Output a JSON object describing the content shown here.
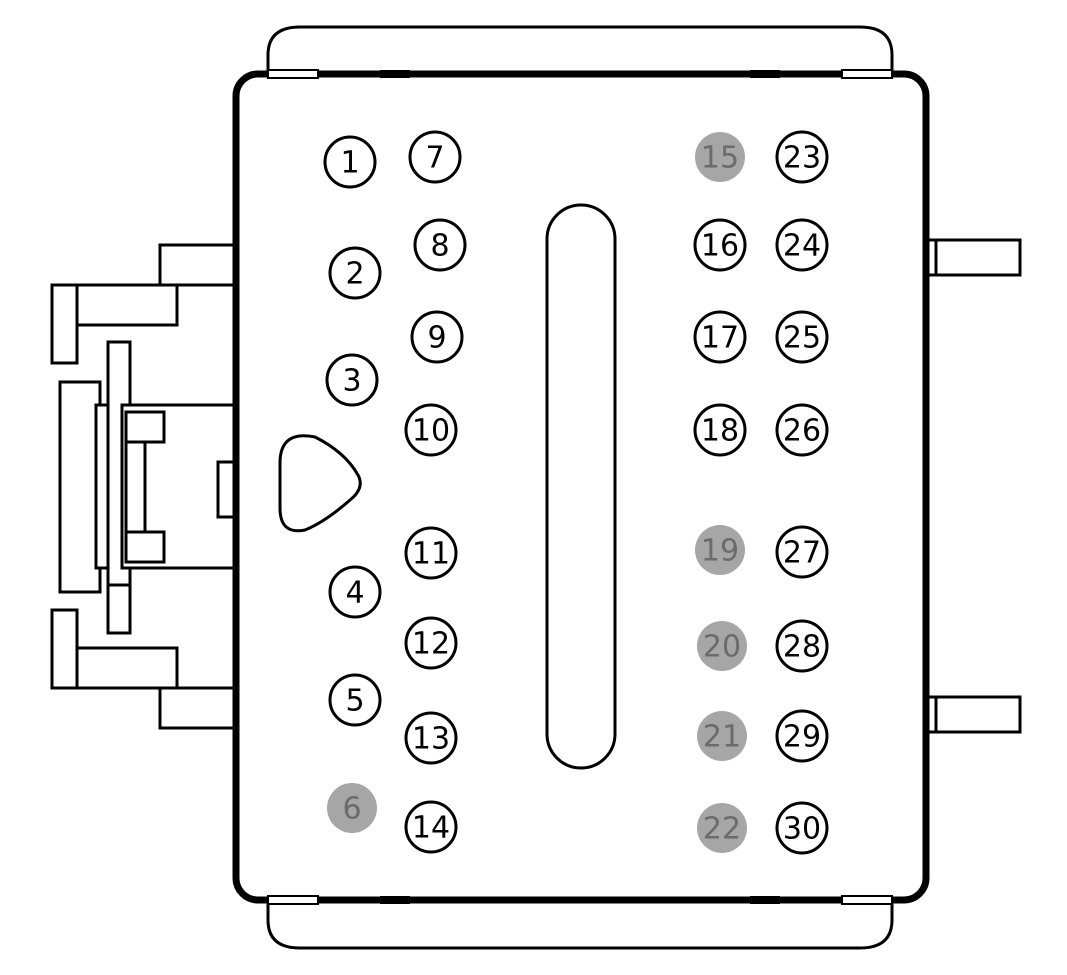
{
  "diagram": {
    "pins": [
      {
        "label": "1",
        "filled": false
      },
      {
        "label": "2",
        "filled": false
      },
      {
        "label": "3",
        "filled": false
      },
      {
        "label": "4",
        "filled": false
      },
      {
        "label": "5",
        "filled": false
      },
      {
        "label": "6",
        "filled": true
      },
      {
        "label": "7",
        "filled": false
      },
      {
        "label": "8",
        "filled": false
      },
      {
        "label": "9",
        "filled": false
      },
      {
        "label": "10",
        "filled": false
      },
      {
        "label": "11",
        "filled": false
      },
      {
        "label": "12",
        "filled": false
      },
      {
        "label": "13",
        "filled": false
      },
      {
        "label": "14",
        "filled": false
      },
      {
        "label": "15",
        "filled": true
      },
      {
        "label": "16",
        "filled": false
      },
      {
        "label": "17",
        "filled": false
      },
      {
        "label": "18",
        "filled": false
      },
      {
        "label": "19",
        "filled": true
      },
      {
        "label": "20",
        "filled": true
      },
      {
        "label": "21",
        "filled": true
      },
      {
        "label": "22",
        "filled": true
      },
      {
        "label": "23",
        "filled": false
      },
      {
        "label": "24",
        "filled": false
      },
      {
        "label": "25",
        "filled": false
      },
      {
        "label": "26",
        "filled": false
      },
      {
        "label": "27",
        "filled": false
      },
      {
        "label": "28",
        "filled": false
      },
      {
        "label": "29",
        "filled": false
      },
      {
        "label": "30",
        "filled": false
      }
    ],
    "colors": {
      "outline": "#000000",
      "background": "#ffffff",
      "pin_empty_fill": "#ffffff",
      "pin_filled_fill": "#a6a6a6",
      "pin_empty_text": "#000000",
      "pin_filled_text": "#6b6b6b"
    }
  }
}
